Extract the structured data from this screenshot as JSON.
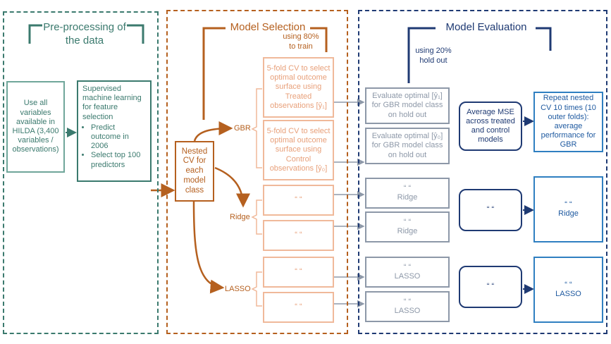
{
  "colors": {
    "teal": "#3b7a6e",
    "teal_light": "#6fa69a",
    "orange": "#b5601f",
    "orange_light": "#f0b99a",
    "navy": "#1f3a73",
    "gray": "#8d98a8"
  },
  "preprocessing": {
    "title": "Pre-processing of the data",
    "hilda_box": "Use all variables available in HILDA (3,400 variables / observations)",
    "feature_box": {
      "intro": "Supervised machine learning for feature selection",
      "bullets": [
        "Predict outcome in 2006",
        "Select top 100 predictors"
      ]
    }
  },
  "model_selection": {
    "title": "Model Selection",
    "train_note": "using 80% to train",
    "nested_cv": "Nested CV for each model class",
    "labels": {
      "gbr": "GBR",
      "ridge": "Ridge",
      "lasso": "LASSO"
    },
    "cv_treated": "5-fold CV to select optimal outcome surface using Treated observations [ŷ₁]",
    "cv_control": "5-fold CV to select optimal outcome surface using Control observations [ŷ₀]",
    "ditto": "“        “"
  },
  "model_evaluation": {
    "title": "Model Evaluation",
    "holdout_note": "using 20% hold out",
    "eval_treated": "Evaluate optimal [ŷ₁] for GBR model class on hold out",
    "eval_control": "Evaluate optimal [ŷ₀] for GBR model class on hold out",
    "average": "Average MSE across treated and control models",
    "repeat": "Repeat nested CV 10 times (10 outer folds): average performance for GBR",
    "ridge": "Ridge",
    "lasso": "LASSO",
    "ditto": "“        “"
  }
}
